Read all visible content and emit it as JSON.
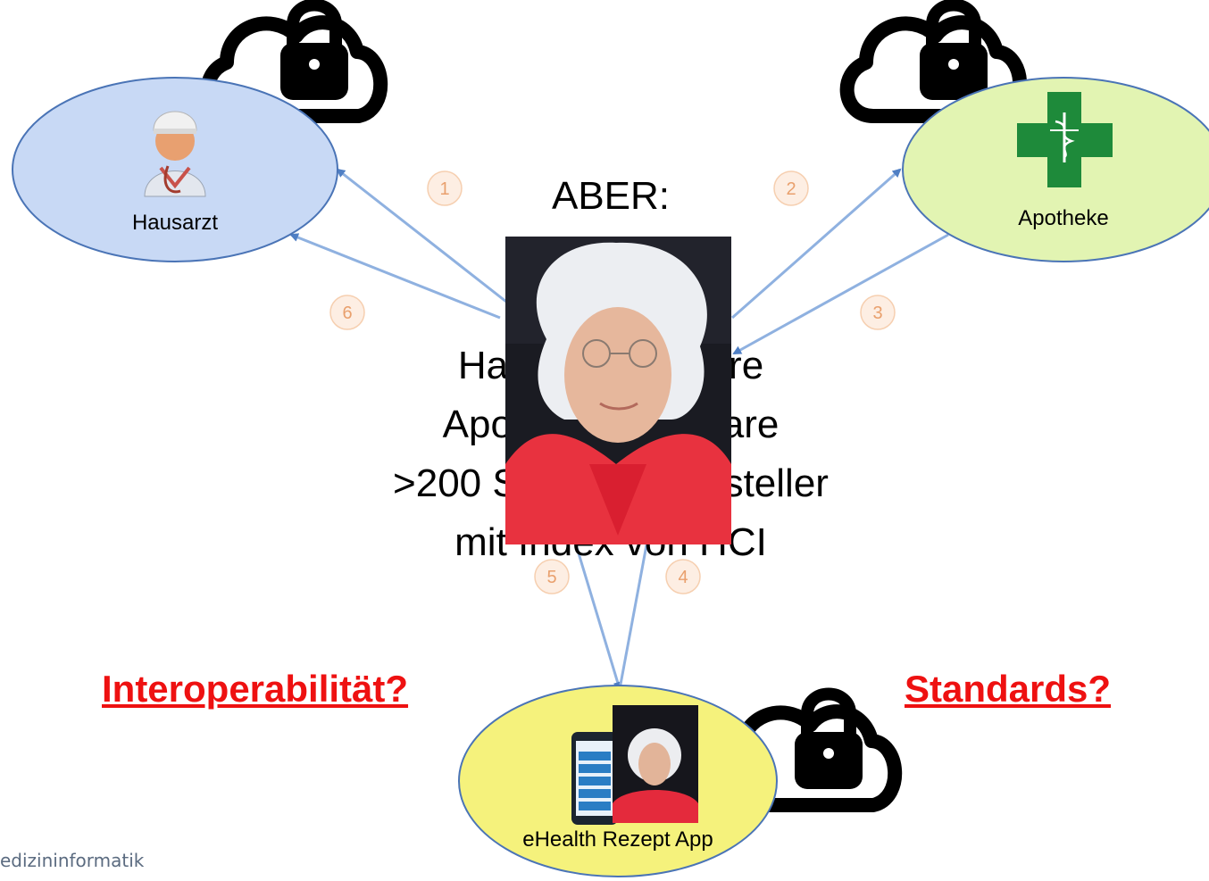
{
  "nodes": {
    "hausarzt": {
      "label": "Hausarzt",
      "fill": "#c8d9f5"
    },
    "apotheke": {
      "label": "Apotheke",
      "fill": "#e2f4b2"
    },
    "app": {
      "label": "eHealth Rezept App",
      "fill": "#f5f27c"
    }
  },
  "steps": [
    "1",
    "2",
    "3",
    "4",
    "5",
    "6"
  ],
  "center": {
    "heading": "ABER:",
    "lines": [
      "Hausarztsoftware",
      "Apothekensoftware",
      ">200 Software-Hersteller",
      "mit Index von HCI"
    ]
  },
  "questions": {
    "left": "Interoperabilität?",
    "right": "Standards?"
  },
  "footer": "edizininformatik",
  "colors": {
    "arrow": "#8fb1e0",
    "arrow_head": "#4f7fc4",
    "step_badge_fill": "#fdeee3",
    "step_badge_stroke": "#f6cfb0",
    "accent_red": "#ee1111",
    "pharmacy_cross": "#1e8a3a"
  },
  "icons": [
    "cloud-lock-icon",
    "doctor-icon",
    "pharmacy-cross-icon",
    "smartphone-icon",
    "portrait-photo"
  ]
}
